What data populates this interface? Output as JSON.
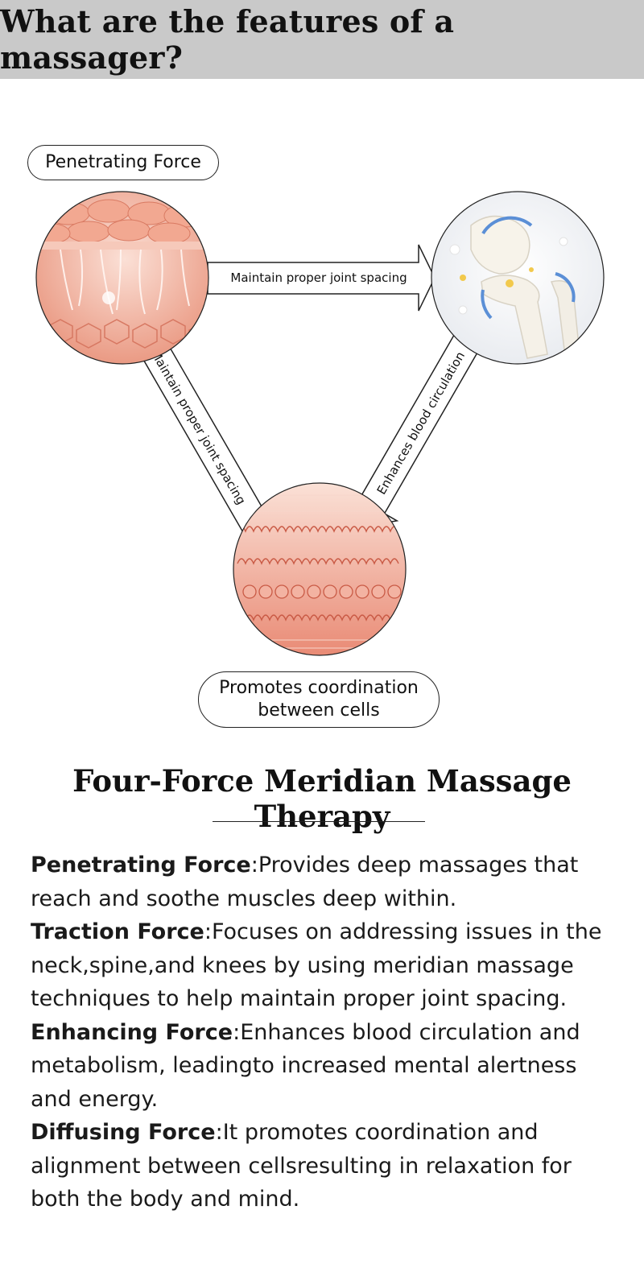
{
  "header": {
    "title": "What are the features of a massager?"
  },
  "diagram": {
    "top_label": "Penetrating Force",
    "bottom_label_line1": "Promotes coordination",
    "bottom_label_line2": "between cells",
    "arrow_top": "Maintain proper joint spacing",
    "arrow_right": "Enhances blood circulation",
    "arrow_left": "Maintain proper joint spacing",
    "images": [
      "skin-tissue-illustration",
      "knee-joint-illustration",
      "cell-layers-illustration"
    ]
  },
  "section": {
    "title": "Four-Force Meridian Massage Therapy"
  },
  "features": [
    {
      "name": "Penetrating Force",
      "sep": ":",
      "text": "Provides deep massages that reach and soothe muscles deep within."
    },
    {
      "name": "Traction Force",
      "sep": ":",
      "text": "Focuses on addressing issues in the neck,spine,and knees by using meridian massage techniques to help maintain proper joint spacing."
    },
    {
      "name": "Enhancing Force",
      "sep": ":",
      "text": "Enhances blood circulation and metabolism, leadingto increased mental alertness and energy."
    },
    {
      "name": "Diffusing Force",
      "sep": ":",
      "text": "It promotes coordination and alignment between cellsresulting in relaxation for both the body and mind."
    }
  ],
  "colors": {
    "header_bg": "#c9c9c9",
    "tissue": "#e8907a",
    "bone": "#f3efe6",
    "accent_blue": "#5b8fd6"
  }
}
